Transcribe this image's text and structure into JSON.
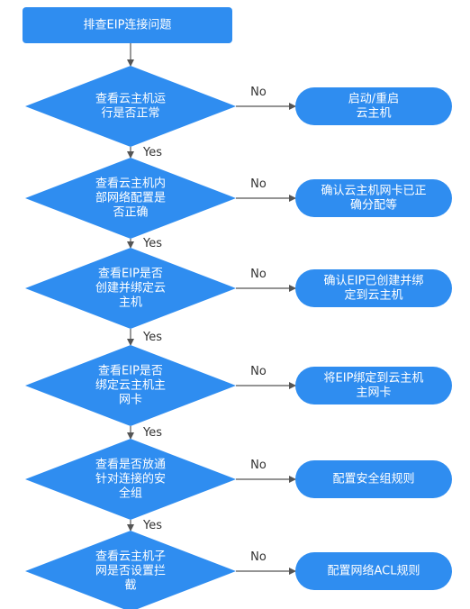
{
  "colors": {
    "shape": "#2F8DF0",
    "line": "#555555",
    "label": "#333333",
    "text": "#ffffff"
  },
  "start": {
    "lines": [
      "排查EIP连接问题"
    ]
  },
  "steps": [
    {
      "decision": [
        "查看云主机运",
        "行是否正常"
      ],
      "no_action": [
        "启动/重启",
        "云主机"
      ],
      "no_label": "No",
      "yes_label": "Yes"
    },
    {
      "decision": [
        "查看云主机内",
        "部网络配置是",
        "否正确"
      ],
      "no_action": [
        "确认云主机网卡已正",
        "确分配等"
      ],
      "no_label": "No",
      "yes_label": "Yes"
    },
    {
      "decision": [
        "查看EIP是否",
        "创建并绑定云",
        "主机"
      ],
      "no_action": [
        "确认EIP已创建并绑",
        "定到云主机"
      ],
      "no_label": "No",
      "yes_label": "Yes"
    },
    {
      "decision": [
        "查看EIP是否",
        "绑定云主机主",
        "网卡"
      ],
      "no_action": [
        "将EIP绑定到云主机",
        "主网卡"
      ],
      "no_label": "No",
      "yes_label": "Yes"
    },
    {
      "decision": [
        "查看是否放通",
        "针对连接的安",
        "全组"
      ],
      "no_action": [
        "配置安全组规则"
      ],
      "no_label": "No",
      "yes_label": "Yes"
    },
    {
      "decision": [
        "查看云主机子",
        "网是否设置拦",
        "截"
      ],
      "no_action": [
        "配置网络ACL规则"
      ],
      "no_label": "No",
      "yes_label": null
    }
  ]
}
